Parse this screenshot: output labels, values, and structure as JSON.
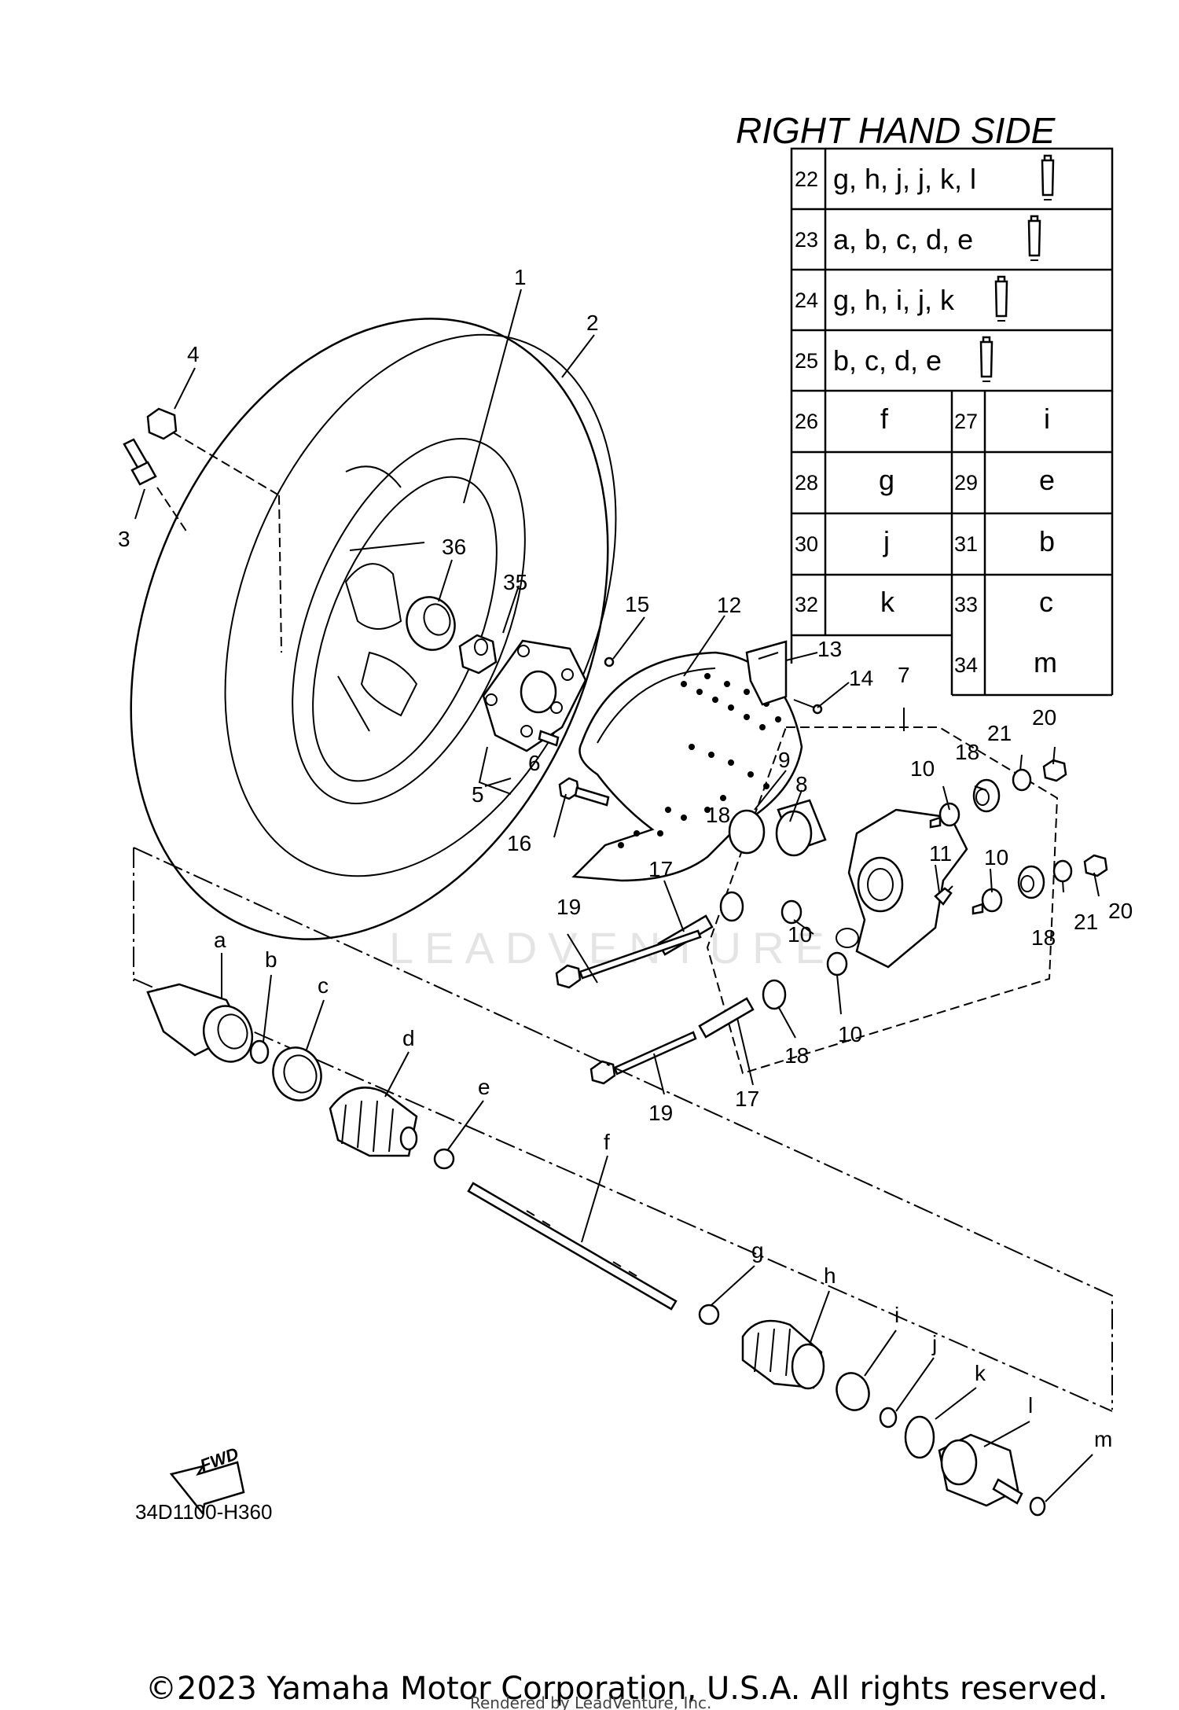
{
  "heading": "RIGHT HAND SIDE",
  "table": {
    "wide_rows": [
      {
        "num": "22",
        "text": "g, h, j, j, k, l"
      },
      {
        "num": "23",
        "text": "a, b, c, d, e"
      },
      {
        "num": "24",
        "text": "g, h, i, j, k"
      },
      {
        "num": "25",
        "text": "b, c, d, e"
      }
    ],
    "pair_rows": [
      {
        "n1": "26",
        "v1": "f",
        "n2": "27",
        "v2": "i"
      },
      {
        "n1": "28",
        "v1": "g",
        "n2": "29",
        "v2": "e"
      },
      {
        "n1": "30",
        "v1": "j",
        "n2": "31",
        "v2": "b"
      },
      {
        "n1": "32",
        "v1": "k",
        "n2": "33",
        "v2": "c"
      },
      {
        "n1": "",
        "v1": "",
        "n2": "34",
        "v2": "m"
      }
    ]
  },
  "callouts": {
    "c1": "1",
    "c2": "2",
    "c3": "3",
    "c4": "4",
    "c5": "5",
    "c6": "6",
    "c7": "7",
    "c8": "8",
    "c9": "9",
    "c10a": "10",
    "c10b": "10",
    "c10c": "10",
    "c10d": "10",
    "c11": "11",
    "c12": "12",
    "c13": "13",
    "c14": "14",
    "c15": "15",
    "c16": "16",
    "c17a": "17",
    "c17b": "17",
    "c18a": "18",
    "c18b": "18",
    "c18c": "18",
    "c18d": "18",
    "c19a": "19",
    "c19b": "19",
    "c20a": "20",
    "c20b": "20",
    "c21a": "21",
    "c21b": "21",
    "c35": "35",
    "c36": "36",
    "ca": "a",
    "cb": "b",
    "cc": "c",
    "cd": "d",
    "ce": "e",
    "cf": "f",
    "cg": "g",
    "ch": "h",
    "ci": "i",
    "cj": "j",
    "ck": "k",
    "cl": "l",
    "cm": "m"
  },
  "fwd_label": "FWD",
  "diagram_code": "34D1100-H360",
  "copyright": "©2023 Yamaha Motor Corporation, U.S.A. All rights reserved.",
  "rendered_by": "Rendered by LeadVenture, Inc.",
  "watermark": "LEADVENTURE"
}
